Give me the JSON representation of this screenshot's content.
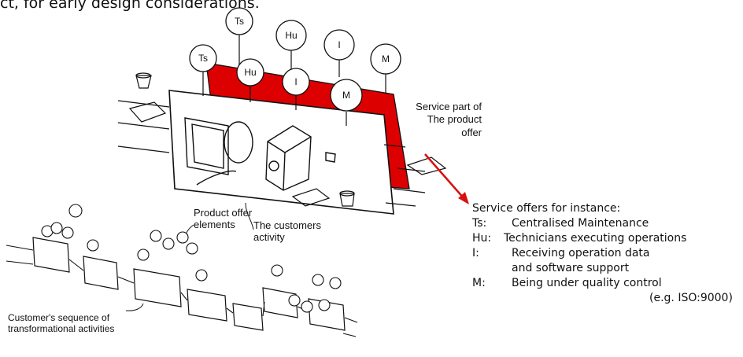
{
  "header": {
    "text": "ct, for early design considerations."
  },
  "circles": [
    "Ts",
    "Ts",
    "Hu",
    "Hu",
    "I",
    "I",
    "M",
    "M"
  ],
  "labels": {
    "service_part": [
      "Service part of",
      "The product",
      "offer"
    ],
    "product_offer": [
      "Product offer",
      "elements"
    ],
    "customers_activity": [
      "The customers",
      "activity"
    ],
    "sequence": [
      "Customer's sequence of",
      "transformational activities"
    ]
  },
  "legend": {
    "title": "Service offers for instance:",
    "items": [
      {
        "key": "Ts:",
        "text": "Centralised Maintenance"
      },
      {
        "key": "Hu:",
        "text": "Technicians executing operations"
      },
      {
        "key": "I:",
        "text": "Receiving operation data"
      },
      {
        "key": "",
        "text": "and software support"
      },
      {
        "key": "M:",
        "text": "Being under quality control"
      }
    ],
    "standard": "(e.g. ISO:9000)"
  },
  "colors": {
    "service_red": "#dd0000",
    "arrow_red": "#d81010",
    "ink": "#111111"
  }
}
